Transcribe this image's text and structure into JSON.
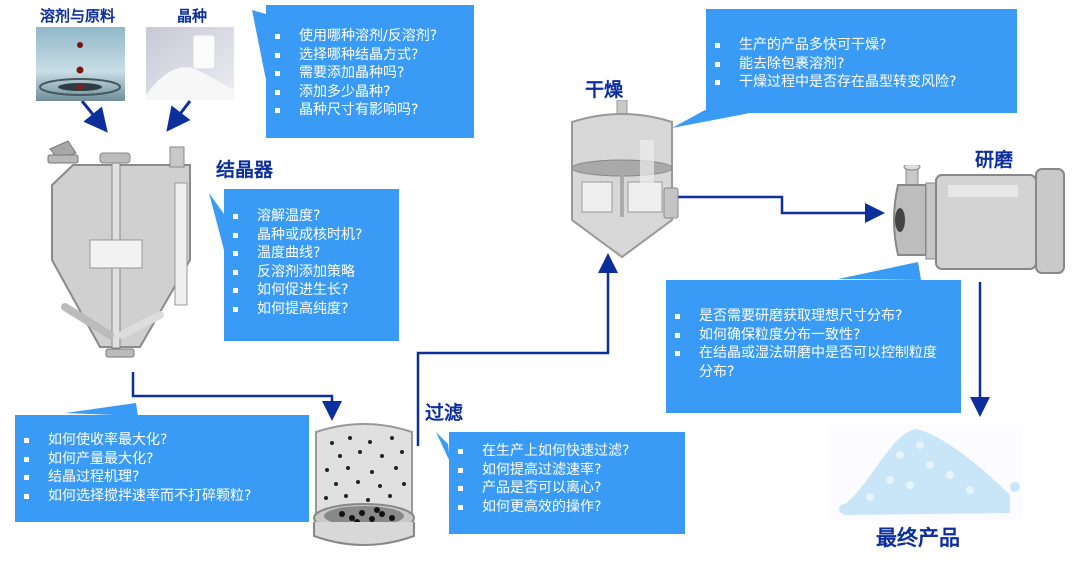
{
  "title": "结晶工艺流程关键问题",
  "theme": {
    "callout_color": "#3a9bf6",
    "arrow_color": "#0d2f9e",
    "label_color": "#0d2f9e"
  },
  "inputs": {
    "solvent": {
      "label": "溶剂与原料",
      "image": "water-drop-image"
    },
    "seed": {
      "label": "晶种",
      "image": "white-powder-image"
    }
  },
  "stages": {
    "crystallizer": {
      "label": "结晶器",
      "questions": [
        "溶解温度?",
        "晶种或成核时机?",
        "温度曲线?",
        "反溶剂添加策略",
        "如何促进生长?",
        "如何提高纯度?"
      ]
    },
    "seed_questions": [
      "使用哪种溶剂/反溶剂?",
      "选择哪种结晶方式?",
      "需要添加晶种吗?",
      "添加多少晶种?",
      "晶种尺寸有影响吗?"
    ],
    "process_questions": [
      "如何使收率最大化?",
      "如何产量最大化?",
      "结晶过程机理?",
      "如何选择搅拌速率而不打碎颗粒?"
    ],
    "filtration": {
      "label": "过滤",
      "questions": [
        "在生产上如何快速过滤?",
        "如何提高过滤速率?",
        "产品是否可以离心?",
        "如何更高效的操作?"
      ]
    },
    "drying": {
      "label": "干燥",
      "questions": [
        "生产的产品多快可干燥?",
        "能去除包裹溶剂?",
        "干燥过程中是否存在晶型转变风险?"
      ]
    },
    "milling": {
      "label": "研磨",
      "questions": [
        "是否需要研磨获取理想尺寸分布?",
        "如何确保粒度分布一致性?",
        "在结晶或湿法研磨中是否可以控制粒度分布?"
      ]
    },
    "final": {
      "label": "最终产品"
    }
  }
}
